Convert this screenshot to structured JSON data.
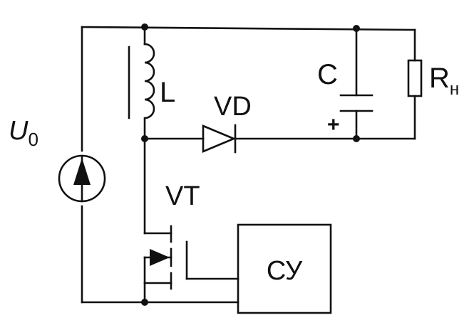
{
  "diagram": {
    "title": "",
    "labels": {
      "source": "U",
      "source_sub": "0",
      "inductor": "L",
      "diode": "VD",
      "capacitor": "C",
      "capacitor_polarity": "+",
      "load": "R",
      "load_sub": "н",
      "transistor": "VT",
      "control_unit": "СУ"
    },
    "colors": {
      "line": "#111111",
      "background": "#ffffff"
    }
  }
}
